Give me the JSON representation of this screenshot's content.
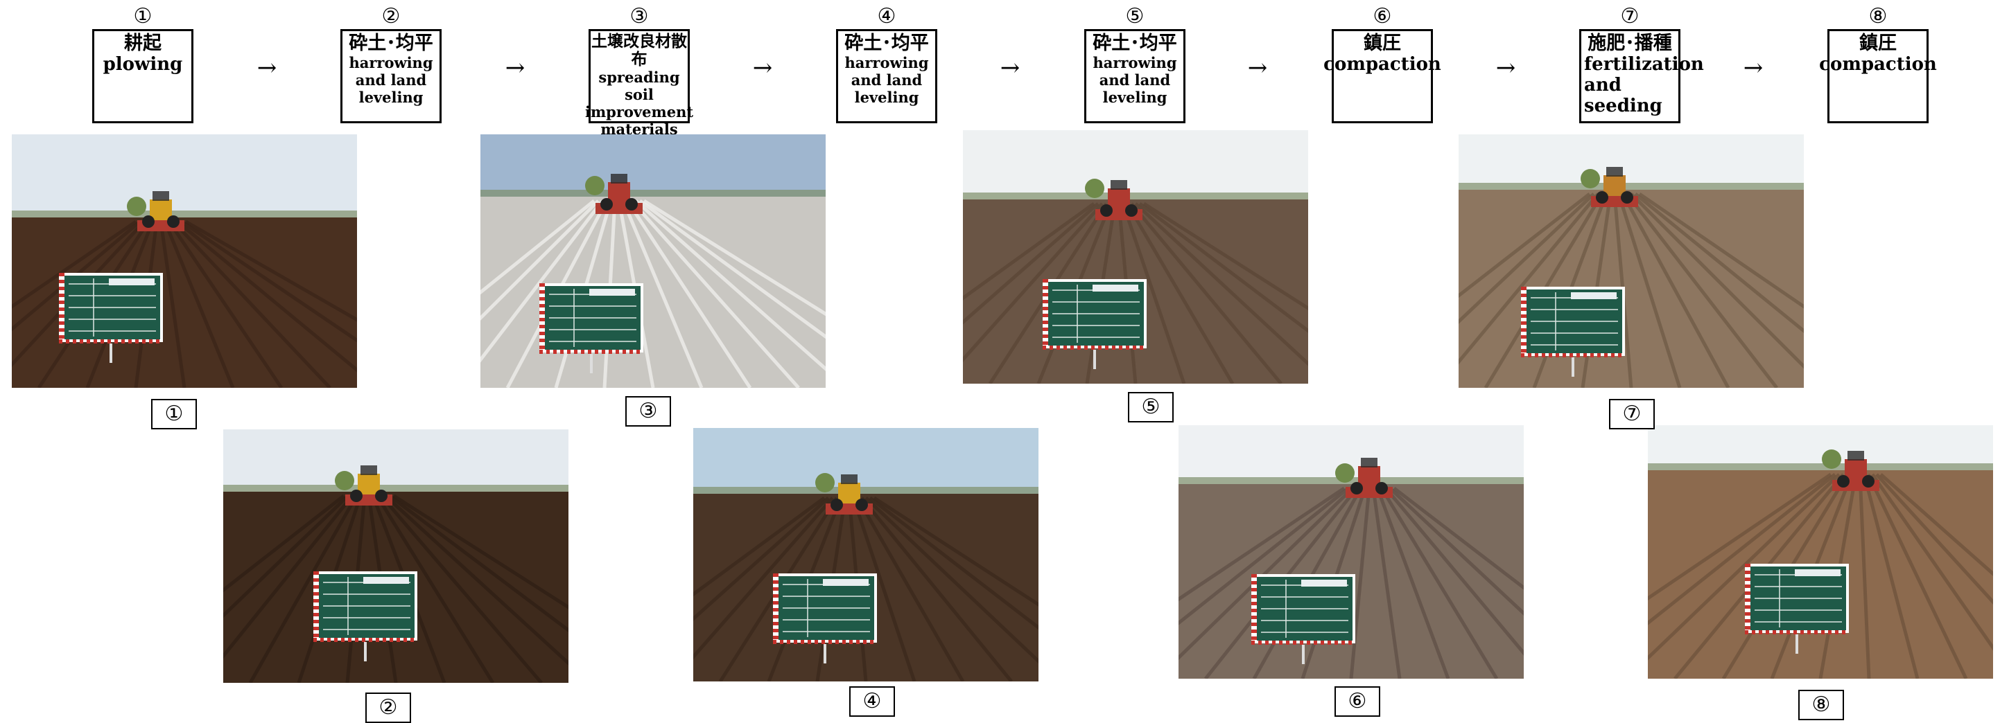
{
  "steps": [
    {
      "num": "①",
      "jp": "耕起",
      "en": "plowing"
    },
    {
      "num": "②",
      "jp": "砕土･均平",
      "en": "harrowing and land leveling"
    },
    {
      "num": "③",
      "jp": "土壌改良材散布",
      "en": "spreading soil improvement materials"
    },
    {
      "num": "④",
      "jp": "砕土･均平",
      "en": "harrowing and land leveling"
    },
    {
      "num": "⑤",
      "jp": "砕土･均平",
      "en": "harrowing and land leveling"
    },
    {
      "num": "⑥",
      "jp": "鎮圧",
      "en": "compaction"
    },
    {
      "num": "⑦",
      "jp": "施肥･播種",
      "en": "fertilization and seeding"
    },
    {
      "num": "⑧",
      "jp": "鎮圧",
      "en": "compaction"
    }
  ],
  "arrow": "→",
  "photos": [
    {
      "caption": "①"
    },
    {
      "caption": "②"
    },
    {
      "caption": "③"
    },
    {
      "caption": "④"
    },
    {
      "caption": "⑤"
    },
    {
      "caption": "⑥"
    },
    {
      "caption": "⑦"
    },
    {
      "caption": "⑧"
    }
  ]
}
